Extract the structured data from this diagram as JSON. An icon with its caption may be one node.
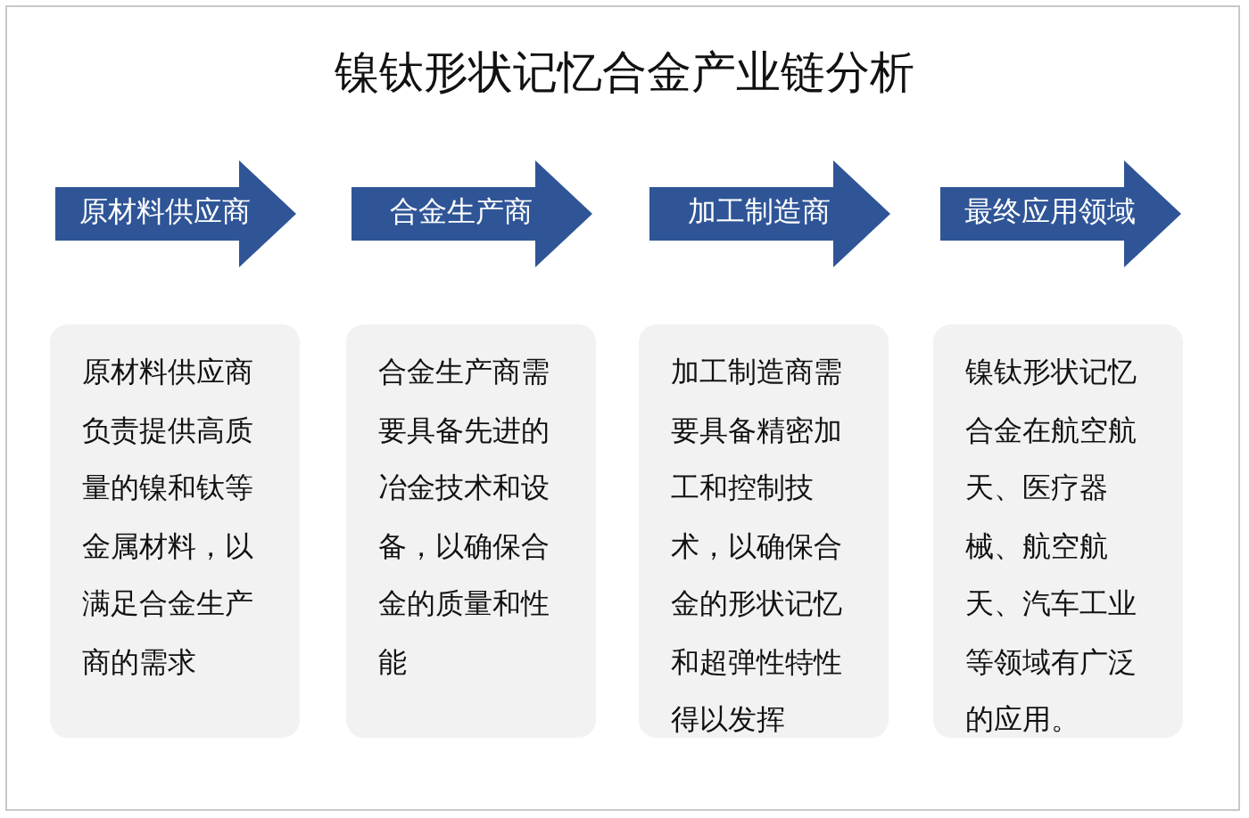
{
  "diagram": {
    "title": "镍钛形状记忆合金产业链分析",
    "nodes": [
      {
        "text": [
          "原材料供应商"
        ]
      },
      {
        "text": [
          "合金生产商"
        ]
      },
      {
        "text": [
          "加工制造商"
        ]
      },
      {
        "text": [
          "最终应用领域"
        ]
      },
      {
        "text": [
          "原材料供应商负责提供高质量的镍和钛等金属材料，以满足合金生产商的需求"
        ]
      },
      {
        "text": [
          "合金生产商需要具备先进的冶金技术和设备，以确保合金的质量和性能"
        ]
      },
      {
        "text": [
          "加工制造商需要具备精密加工和控制技术，以确保合金的形状记忆和超弹性特性得以发挥"
        ]
      },
      {
        "text": [
          "镍钛形状记忆合金在航空航天、医疗器械、航空航天、汽车工业等领域有广泛的应用。"
        ]
      }
    ]
  }
}
